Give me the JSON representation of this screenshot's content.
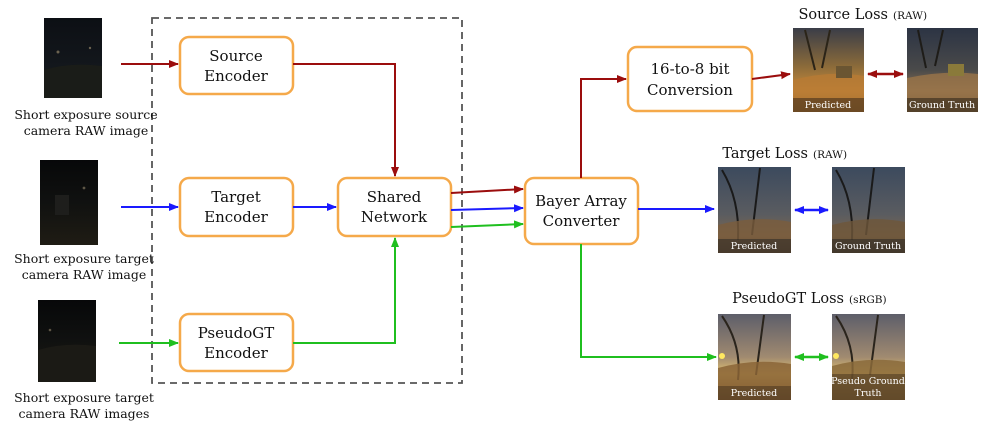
{
  "inputs": {
    "source": {
      "line1": "Short exposure source",
      "line2": "camera RAW image"
    },
    "target": {
      "line1": "Short exposure target",
      "line2": "camera RAW image"
    },
    "pseudo": {
      "line1": "Short exposure target",
      "line2": "camera RAW images"
    }
  },
  "encoders": {
    "source": {
      "line1": "Source",
      "line2": "Encoder"
    },
    "target": {
      "line1": "Target",
      "line2": "Encoder"
    },
    "pseudo": {
      "line1": "PseudoGT",
      "line2": "Encoder"
    }
  },
  "shared_network": {
    "line1": "Shared",
    "line2": "Network"
  },
  "bayer_converter": {
    "line1": "Bayer Array",
    "line2": "Converter"
  },
  "bit_conversion": {
    "line1": "16-to-8 bit",
    "line2": "Conversion"
  },
  "losses": {
    "source": {
      "title": "Source Loss",
      "tag": "(RAW)",
      "predicted": "Predicted",
      "gt": "Ground Truth"
    },
    "target": {
      "title": "Target Loss",
      "tag": "(RAW)",
      "predicted": "Predicted",
      "gt": "Ground Truth"
    },
    "pseudo": {
      "title": "PseudoGT Loss",
      "tag": "(sRGB)",
      "predicted": "Predicted",
      "gt_line1": "Pseudo Ground",
      "gt_line2": "Truth"
    }
  },
  "colors": {
    "source_path": "#9b0d0d",
    "target_path": "#1a1aff",
    "pseudo_path": "#1fbf1f",
    "box_border": "#f5a94a",
    "dashed_group": "#555555"
  }
}
